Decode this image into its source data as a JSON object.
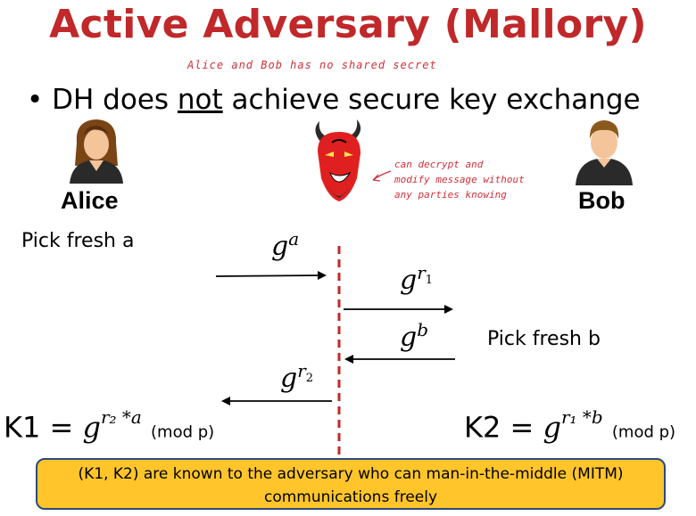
{
  "title": "Active Adversary (Mallory)",
  "handwritten_note_top": "Alice and Bob has no shared secret",
  "bullet": {
    "before": "DH does ",
    "underlined": "not",
    "after": " achieve secure key exchange"
  },
  "handwritten_note_devil": [
    "can decrypt and",
    "modify message without",
    "any parties knowing"
  ],
  "alice": {
    "name": "Alice",
    "action": "Pick fresh a"
  },
  "bob": {
    "name": "Bob",
    "action": "Pick fresh b"
  },
  "messages": {
    "m1": {
      "base": "g",
      "exp": "a"
    },
    "m2": {
      "base": "g",
      "exp": "r",
      "sub": "1"
    },
    "m3": {
      "base": "g",
      "exp": "b"
    },
    "m4": {
      "base": "g",
      "exp": "r",
      "sub": "2"
    }
  },
  "k1": {
    "label": "K1 = ",
    "g": "g",
    "exp": "r₂ *a",
    "mod": "(mod p)"
  },
  "k2": {
    "label": "K2 = ",
    "g": "g",
    "exp": "r₁ *b",
    "mod": "(mod p)"
  },
  "box_text": [
    "(K1, K2) are known to the adversary who can man-in-the-middle (MITM)",
    "communications freely"
  ],
  "colors": {
    "title": "#c0282a",
    "note": "#d0303a",
    "box_fill": "#ffc52b",
    "box_border": "#2c4a7a",
    "mitm_line": "#c0282a"
  }
}
